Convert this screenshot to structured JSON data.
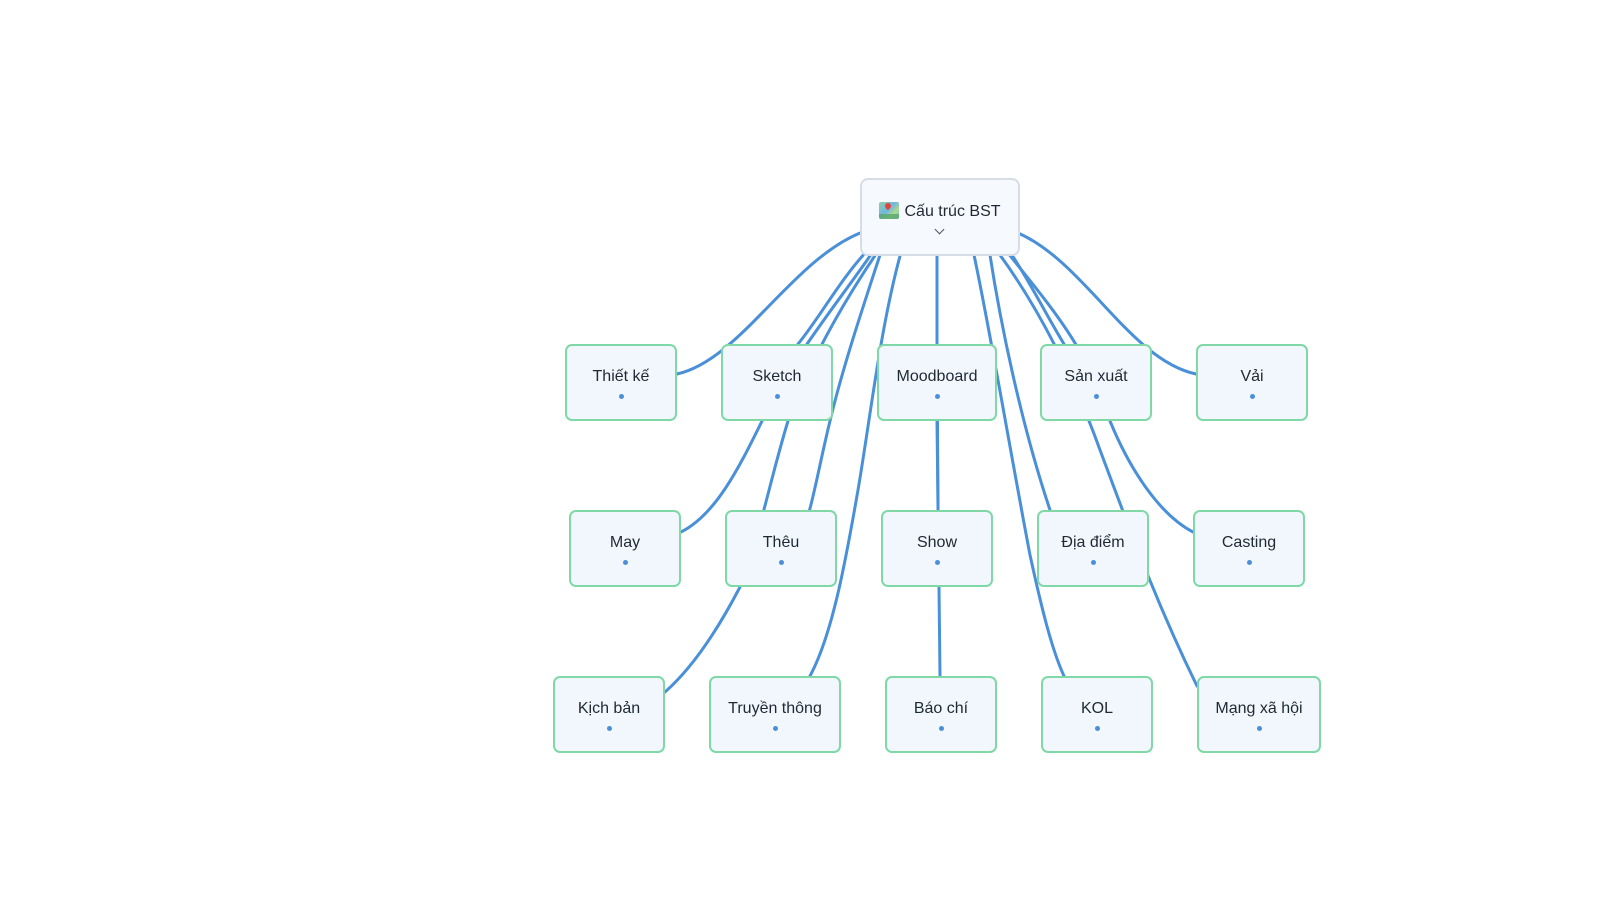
{
  "root": {
    "label": "Cấu trúc BST",
    "icon": "world-map-icon"
  },
  "nodes": [
    {
      "id": "thiet-ke",
      "label": "Thiết kế"
    },
    {
      "id": "sketch",
      "label": "Sketch"
    },
    {
      "id": "moodboard",
      "label": "Moodboard"
    },
    {
      "id": "san-xuat",
      "label": "Sản xuất"
    },
    {
      "id": "vai",
      "label": "Vải"
    },
    {
      "id": "may",
      "label": "May"
    },
    {
      "id": "theu",
      "label": "Thêu"
    },
    {
      "id": "show",
      "label": "Show"
    },
    {
      "id": "dia-diem",
      "label": "Địa điểm"
    },
    {
      "id": "casting",
      "label": "Casting"
    },
    {
      "id": "kich-ban",
      "label": "Kịch bản"
    },
    {
      "id": "truyen-thong",
      "label": "Truyền thông"
    },
    {
      "id": "bao-chi",
      "label": "Báo chí"
    },
    {
      "id": "kol",
      "label": "KOL"
    },
    {
      "id": "mang-xa-hoi",
      "label": "Mạng xã hội"
    }
  ],
  "colors": {
    "edge": "#4a90d9",
    "node_border": "#7fd8a6",
    "node_fill": "#f1f7fd",
    "root_border": "#d6dde6"
  }
}
